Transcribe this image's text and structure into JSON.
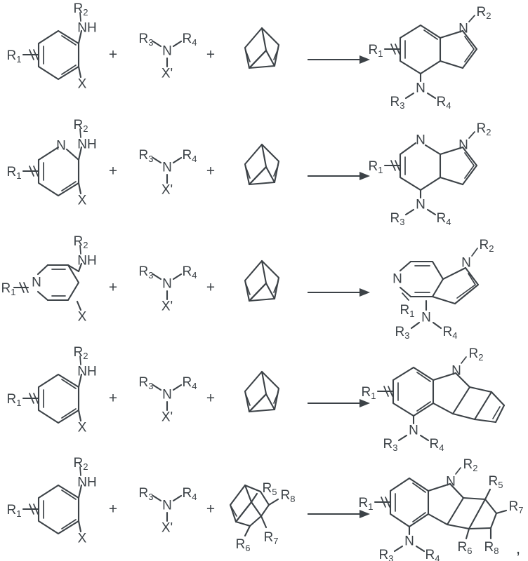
{
  "document": {
    "type": "chemical-reaction-scheme",
    "title": "General reaction schemes forming indole and azaindole derivatives",
    "background_color": "#ffffff",
    "line_color": "#3c4247",
    "terminator": ","
  },
  "labels": {
    "plus": "+",
    "R1": "R",
    "R1_sub": "1",
    "R2": "R",
    "R2_sub": "2",
    "R3": "R",
    "R3_sub": "3",
    "R4": "R",
    "R4_sub": "4",
    "R5": "R",
    "R5_sub": "5",
    "R6": "R",
    "R6_sub": "6",
    "R7": "R",
    "R7_sub": "7",
    "R8": "R",
    "R8_sub": "8",
    "N": "N",
    "NH": "NH",
    "X": "X",
    "Xprime": "X'"
  },
  "reactions": [
    {
      "id": "reaction-1",
      "row": 1,
      "reactants": [
        {
          "name": "ortho-halo-N-substituted-aniline",
          "core": "benzene",
          "substituents": [
            "R1",
            "NH-R2",
            "X"
          ]
        },
        {
          "name": "aminating-agent",
          "core": "amine",
          "substituents": [
            "R3",
            "R4",
            "X'"
          ]
        },
        {
          "name": "norbornadiene",
          "core": "bicyclo[2.2.1]hepta-2,5-diene",
          "substituents": []
        }
      ],
      "arrow": "reaction-arrow",
      "product": {
        "name": "4-amino-1-substituted-indole",
        "core": "indole",
        "substituents": [
          "R1",
          "N-R2",
          "N(R3)(R4)"
        ]
      }
    },
    {
      "id": "reaction-2",
      "row": 2,
      "reactants": [
        {
          "name": "3-halo-2-aminopyridine",
          "core": "pyridine",
          "substituents": [
            "R1",
            "NH-R2",
            "X"
          ]
        },
        {
          "name": "aminating-agent",
          "core": "amine",
          "substituents": [
            "R3",
            "R4",
            "X'"
          ]
        },
        {
          "name": "norbornadiene",
          "core": "bicyclo[2.2.1]hepta-2,5-diene",
          "substituents": []
        }
      ],
      "arrow": "reaction-arrow",
      "product": {
        "name": "7-azaindole-derivative",
        "core": "pyrrolo[2,3-b]pyridine",
        "substituents": [
          "R1",
          "N-R2",
          "N(R3)(R4)"
        ]
      }
    },
    {
      "id": "reaction-3",
      "row": 3,
      "reactants": [
        {
          "name": "4-halo-3-aminopyridine",
          "core": "pyridine",
          "substituents": [
            "R1",
            "NH-R2",
            "X"
          ]
        },
        {
          "name": "aminating-agent",
          "core": "amine",
          "substituents": [
            "R3",
            "R4",
            "X'"
          ]
        },
        {
          "name": "norbornadiene",
          "core": "bicyclo[2.2.1]hepta-2,5-diene",
          "substituents": []
        }
      ],
      "arrow": "reaction-arrow",
      "product": {
        "name": "5-azaindole-derivative",
        "core": "pyrrolo[3,2-c]pyridine",
        "substituents": [
          "R1",
          "N-R2",
          "N(R3)(R4)"
        ]
      }
    },
    {
      "id": "reaction-4",
      "row": 4,
      "reactants": [
        {
          "name": "ortho-halo-N-substituted-aniline",
          "core": "benzene",
          "substituents": [
            "R1",
            "NH-R2",
            "X"
          ]
        },
        {
          "name": "aminating-agent",
          "core": "amine",
          "substituents": [
            "R3",
            "R4",
            "X'"
          ]
        },
        {
          "name": "norbornadiene",
          "core": "bicyclo[2.2.1]hepta-2,5-diene",
          "substituents": []
        }
      ],
      "arrow": "reaction-arrow",
      "product": {
        "name": "norbornene-fused-indoline",
        "core": "methano-carbazole",
        "substituents": [
          "R1",
          "N-R2",
          "N(R3)(R4)"
        ]
      }
    },
    {
      "id": "reaction-5",
      "row": 5,
      "reactants": [
        {
          "name": "ortho-halo-N-substituted-aniline",
          "core": "benzene",
          "substituents": [
            "R1",
            "NH-R2",
            "X"
          ]
        },
        {
          "name": "aminating-agent",
          "core": "amine",
          "substituents": [
            "R3",
            "R4",
            "X'"
          ]
        },
        {
          "name": "substituted-norbornene",
          "core": "bicyclo[2.2.1]hept-2-ene",
          "substituents": [
            "R5",
            "R6",
            "R7",
            "R8"
          ]
        }
      ],
      "arrow": "reaction-arrow",
      "product": {
        "name": "substituted-norbornene-fused-indoline",
        "core": "methano-carbazole",
        "substituents": [
          "R1",
          "N-R2",
          "N(R3)(R4)",
          "R5",
          "R6",
          "R7",
          "R8"
        ]
      }
    }
  ]
}
